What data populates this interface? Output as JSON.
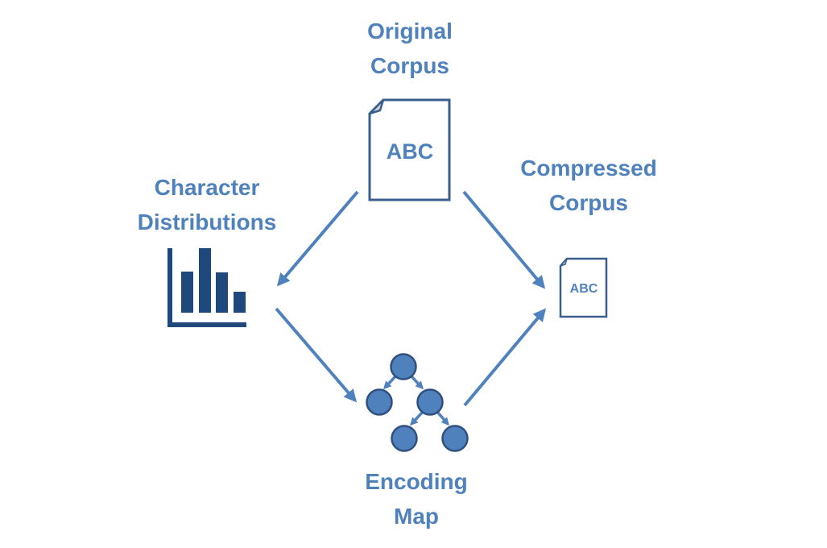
{
  "nodes": {
    "original_corpus": {
      "title_lines": [
        "Original",
        "Corpus"
      ],
      "doc_text": "ABC"
    },
    "character_distributions": {
      "title_lines": [
        "Character",
        "Distributions"
      ]
    },
    "compressed_corpus": {
      "title_lines": [
        "Compressed",
        "Corpus"
      ],
      "doc_text": "ABC"
    },
    "encoding_map": {
      "title_lines": [
        "Encoding",
        "Map"
      ]
    }
  },
  "edges": [
    {
      "from": "original_corpus",
      "to": "character_distributions"
    },
    {
      "from": "character_distributions",
      "to": "encoding_map"
    },
    {
      "from": "original_corpus",
      "to": "compressed_corpus"
    },
    {
      "from": "encoding_map",
      "to": "compressed_corpus"
    }
  ],
  "colors": {
    "text": "#4F81BD",
    "arrow": "#4F81BD",
    "icon_dark": "#2F528F",
    "chart_icon": "#1F497D",
    "node_fill": "#4F81BD",
    "node_stroke": "#2F4F7F",
    "fold_fill": "#D0D0D0"
  }
}
